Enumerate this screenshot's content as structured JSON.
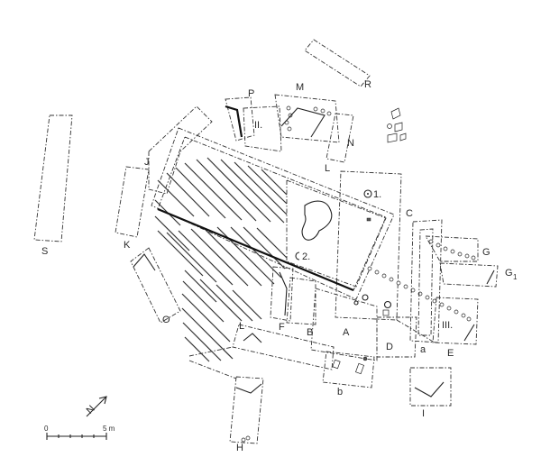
{
  "labels": {
    "J": "J",
    "K": "K",
    "S": "S",
    "P": "P",
    "M": "M",
    "R": "R",
    "II": "II.",
    "N": "N",
    "L_top": "L",
    "C": "C",
    "G": "G",
    "G1": "G",
    "G1_sub": "1",
    "III": "III.",
    "E": "E",
    "a": "a",
    "D": "D",
    "A": "A",
    "B": "B",
    "F": "F",
    "L_low": "L",
    "b": "b",
    "O": "O",
    "H": "H",
    "I": "I",
    "marker1": "1.",
    "marker2": "2."
  },
  "north": {
    "label": "N"
  },
  "scale": {
    "zero": "0",
    "five": "5 m"
  }
}
